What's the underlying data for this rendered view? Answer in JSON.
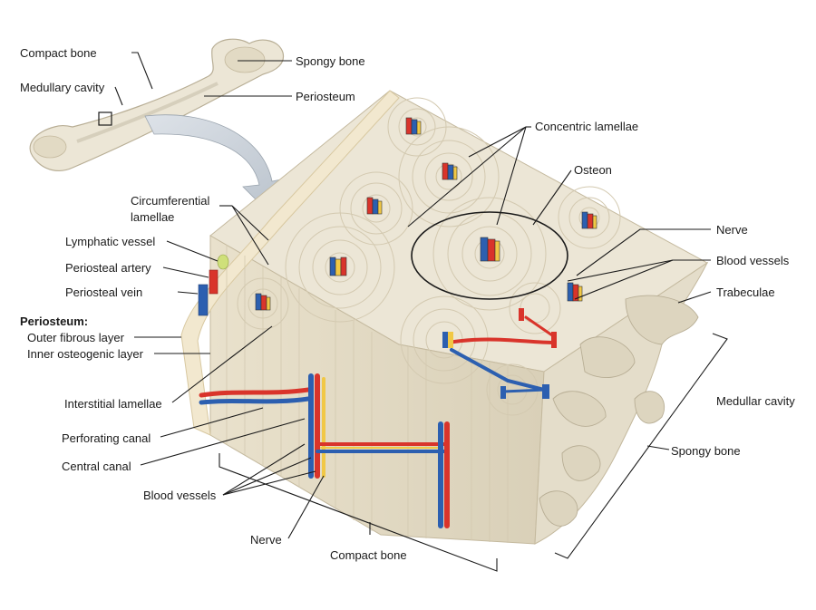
{
  "labels": {
    "compact_bone_top": "Compact bone",
    "medullary_cavity_top": "Medullary cavity",
    "spongy_bone_top": "Spongy bone",
    "periosteum_top": "Periosteum",
    "concentric_lamellae": "Concentric lamellae",
    "osteon": "Osteon",
    "circumferential_lamellae_1": "Circumferential",
    "circumferential_lamellae_2": "lamellae",
    "lymphatic_vessel": "Lymphatic vessel",
    "periosteal_artery": "Periosteal artery",
    "periosteal_vein": "Periosteal vein",
    "periosteum_heading": "Periosteum:",
    "outer_fibrous_layer": "Outer fibrous layer",
    "inner_osteogenic_layer": "Inner osteogenic layer",
    "nerve_right": "Nerve",
    "blood_vessels_right": "Blood vessels",
    "trabeculae": "Trabeculae",
    "interstitial_lamellae": "Interstitial lamellae",
    "medullar_cavity": "Medullar cavity",
    "perforating_canal": "Perforating canal",
    "central_canal": "Central canal",
    "spongy_bone_bottom": "Spongy bone",
    "blood_vessels_bottom": "Blood vessels",
    "nerve_bottom": "Nerve",
    "compact_bone_bottom": "Compact bone"
  },
  "colors": {
    "bone_fill": "#ece6d6",
    "bone_shadow": "#d6cfbc",
    "artery": "#d9342b",
    "vein": "#2c5fb0",
    "nerve": "#f1c845",
    "lymph": "#cfe07a",
    "arrow": "#c9d0d8"
  }
}
